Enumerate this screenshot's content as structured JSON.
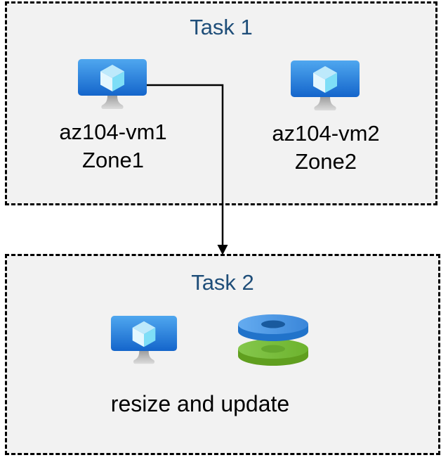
{
  "diagram": {
    "task1": {
      "title": "Task 1",
      "vms": [
        {
          "name": "az104-vm1",
          "zone": "Zone1",
          "icon": "virtual-machine-icon"
        },
        {
          "name": "az104-vm2",
          "zone": "Zone2",
          "icon": "virtual-machine-icon"
        }
      ]
    },
    "connector": {
      "type": "elbow-arrow",
      "from": "az104-vm1",
      "to": "Task 2"
    },
    "task2": {
      "title": "Task 2",
      "caption": "resize and update",
      "icons": [
        "virtual-machine-icon",
        "disks-icon"
      ]
    },
    "colors": {
      "box_fill": "#f2f2f2",
      "box_border": "#000000",
      "title_color": "#1f4e79",
      "label_color": "#000000",
      "arrow_color": "#000000",
      "vm_screen_top": "#4fa7ef",
      "vm_screen_bottom": "#1465cb",
      "cube_top_face": "#bde9fb",
      "cube_left_face": "#e4f7fe",
      "cube_right_face": "#7edef7",
      "stand_gray": "#b5b5b5",
      "disk_blue_face": "#65acf0",
      "disk_blue_rim": "#2173ca",
      "disk_blue_hole": "#195a9e",
      "disk_green_face": "#85c74c",
      "disk_green_rim": "#609f1f",
      "disk_green_hole": "#66a92e"
    }
  }
}
